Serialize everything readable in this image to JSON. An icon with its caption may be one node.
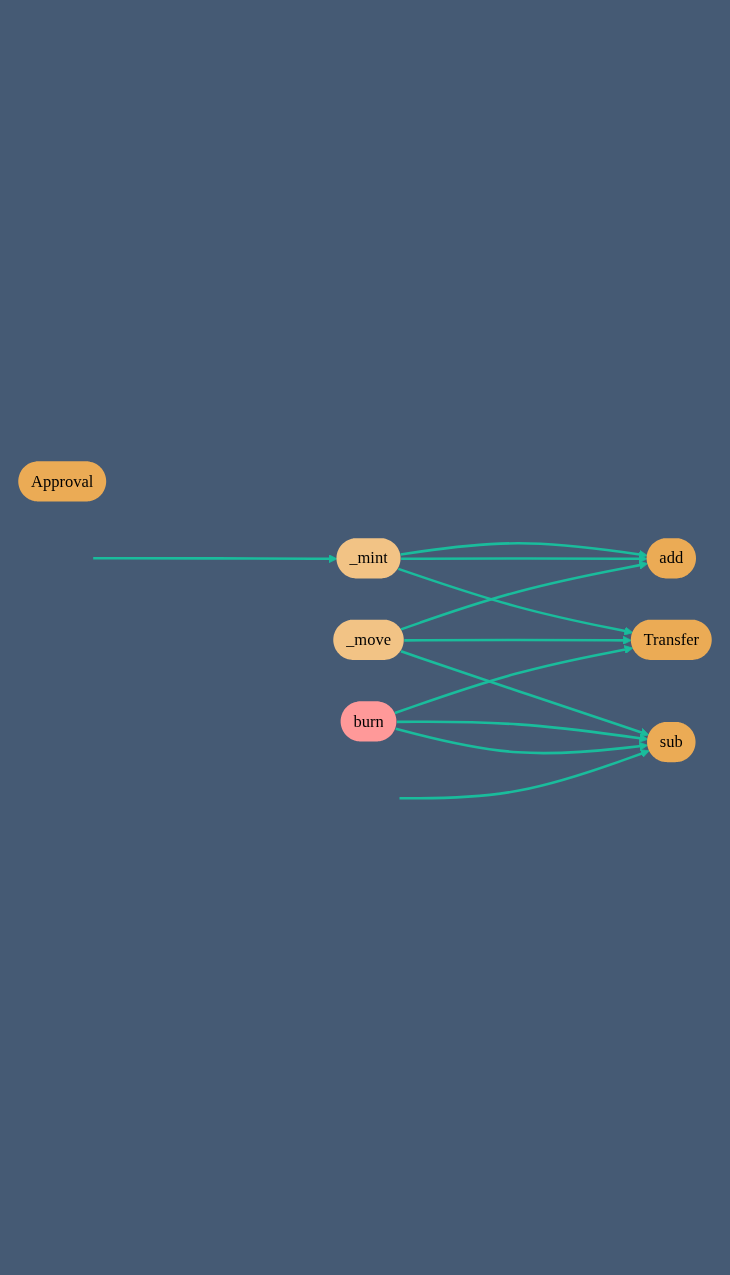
{
  "diagram": {
    "nodes": [
      {
        "text": [
          "_mint"
        ]
      },
      {
        "text": [
          "add"
        ]
      },
      {
        "text": [
          "_move"
        ]
      },
      {
        "text": [
          "Transfer"
        ]
      },
      {
        "text": [
          "burn"
        ]
      },
      {
        "text": [
          "sub"
        ]
      },
      {
        "text": [
          "Approval"
        ]
      }
    ],
    "edges": [
      {
        "from": null,
        "to": 0,
        "arrow": "to"
      },
      {
        "from": 0,
        "to": 1,
        "arrow": "to"
      },
      {
        "from": 0,
        "to": 1,
        "arrow": "to"
      },
      {
        "from": 0,
        "to": 3,
        "arrow": "to"
      },
      {
        "from": 2,
        "to": 1,
        "arrow": "to"
      },
      {
        "from": 2,
        "to": 3,
        "arrow": "to"
      },
      {
        "from": 2,
        "to": 5,
        "arrow": "to"
      },
      {
        "from": 4,
        "to": 3,
        "arrow": "to"
      },
      {
        "from": 4,
        "to": 5,
        "arrow": "to"
      },
      {
        "from": 4,
        "to": 5,
        "arrow": "to"
      },
      {
        "from": null,
        "to": 5,
        "arrow": "to"
      }
    ]
  }
}
